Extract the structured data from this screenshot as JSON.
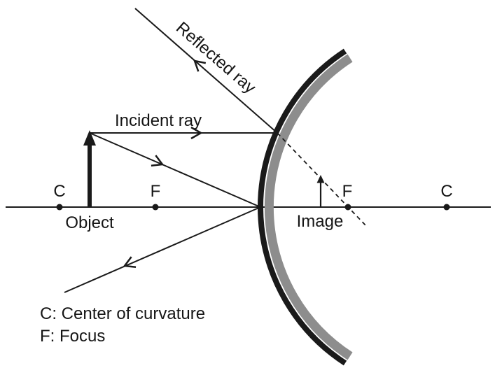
{
  "diagram": {
    "labels": {
      "incident_ray": "Incident ray",
      "reflected_ray": "Reflected ray",
      "object": "Object",
      "image": "Image",
      "center_left": "C",
      "focus_left": "F",
      "focus_right": "F",
      "center_right": "C"
    },
    "legend": {
      "line1": "C: Center of curvature",
      "line2": "F: Focus"
    },
    "colors": {
      "mirror_front": "#1a1a1a",
      "mirror_back": "#8d8d8d",
      "ray": "#1a1a1a",
      "background": "#ffffff"
    }
  }
}
